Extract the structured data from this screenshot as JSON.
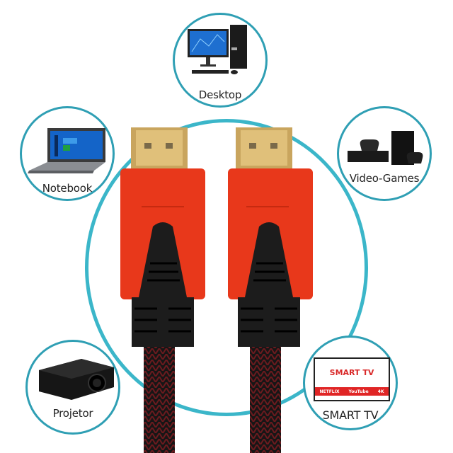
{
  "nodes": {
    "desktop": {
      "label": "Desktop"
    },
    "notebook": {
      "label": "Notebook"
    },
    "videogames": {
      "label": "Video-Games"
    },
    "projector": {
      "label": "Projetor"
    },
    "smarttv": {
      "label": "SMART TV",
      "screen_title": "SMART TV",
      "screen_apps": [
        "NETFLIX",
        "YouTube",
        "4K"
      ]
    }
  },
  "colors": {
    "ring": "#3bb6c9",
    "node_border": "#2f9fb4",
    "connector_red": "#e8381b",
    "connector_black": "#1a1a1a",
    "gold": "#d8b56a",
    "braid_red": "#7a1a1f"
  }
}
